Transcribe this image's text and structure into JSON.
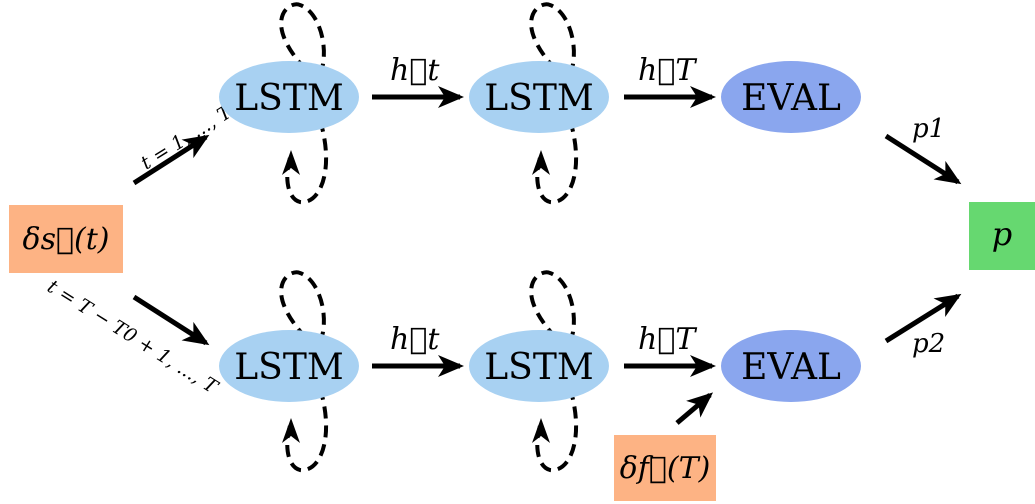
{
  "colors": {
    "lstm_fill": "#a8d1f2",
    "eval_fill": "#8aa6ee",
    "input_fill": "#fdb384",
    "output_fill": "#66d870"
  },
  "nodes": {
    "lstm_label": "LSTM",
    "eval_label": "EVAL",
    "input_s": "δs⃗(t)",
    "input_f": "δf⃗(T)",
    "output": "p"
  },
  "edges": {
    "h_t": "h⃗t",
    "h_T": "h⃗T",
    "p1": "p1",
    "p2": "p2",
    "range_top": "t = 1, ..., T",
    "range_bottom": "t = T − T0 + 1, ..., T"
  }
}
